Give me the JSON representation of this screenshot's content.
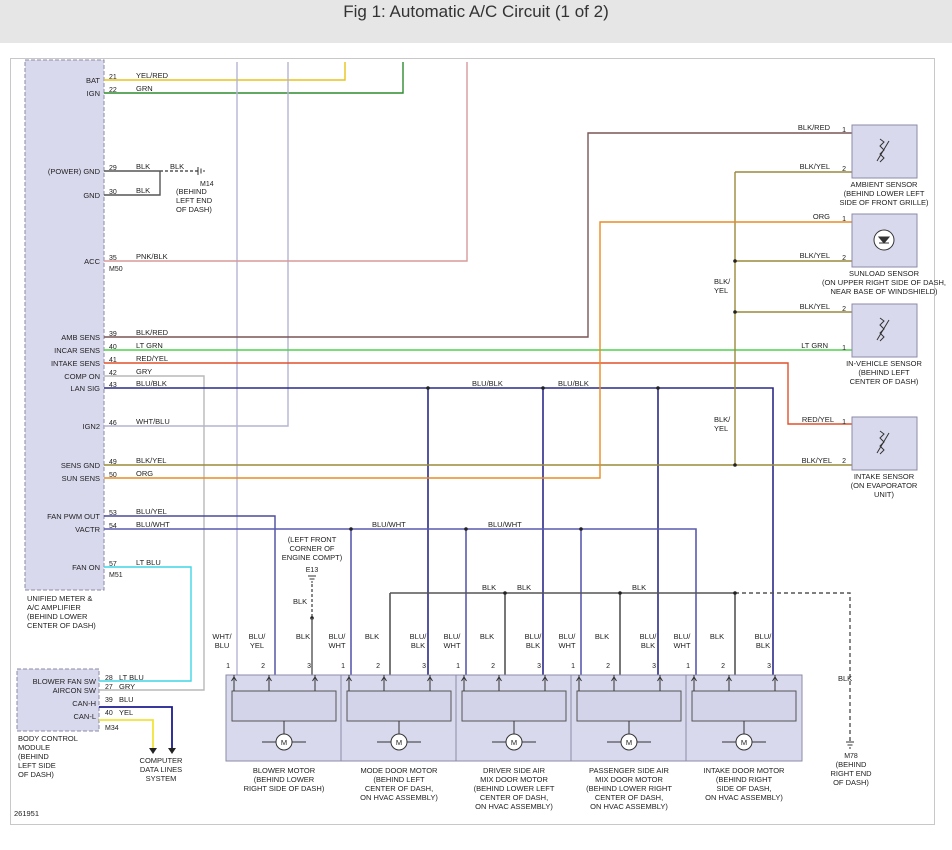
{
  "title": "Fig 1: Automatic A/C Circuit (1 of 2)",
  "figure_number": "261951",
  "ecu": {
    "caption": [
      "UNIFIED METER &",
      "A/C AMPLIFIER",
      "(BEHIND LOWER",
      "CENTER OF DASH)"
    ],
    "terminals": [
      {
        "name": "BAT",
        "pin": "21",
        "wire": "YEL/RED"
      },
      {
        "name": "IGN",
        "pin": "22",
        "wire": "GRN"
      },
      {
        "name": "(POWER) GND",
        "pin": "29",
        "wire": "BLK"
      },
      {
        "name": "GND",
        "pin": "30",
        "wire": "BLK"
      },
      {
        "name": "ACC",
        "pin": "35",
        "wire": "PNK/BLK"
      },
      {
        "name": "AMB SENS",
        "pin": "39",
        "wire": "BLK/RED"
      },
      {
        "name": "INCAR SENS",
        "pin": "40",
        "wire": "LT GRN"
      },
      {
        "name": "INTAKE SENS",
        "pin": "41",
        "wire": "RED/YEL"
      },
      {
        "name": "COMP ON",
        "pin": "42",
        "wire": "GRY"
      },
      {
        "name": "LAN SIG",
        "pin": "43",
        "wire": "BLU/BLK"
      },
      {
        "name": "IGN2",
        "pin": "46",
        "wire": "WHT/BLU"
      },
      {
        "name": "SENS GND",
        "pin": "49",
        "wire": "BLK/YEL"
      },
      {
        "name": "SUN SENS",
        "pin": "50",
        "wire": "ORG"
      },
      {
        "name": "FAN PWM OUT",
        "pin": "53",
        "wire": "BLU/YEL"
      },
      {
        "name": "VACTR",
        "pin": "54",
        "wire": "BLU/WHT"
      },
      {
        "name": "FAN ON",
        "pin": "57",
        "wire": "LT BLU"
      }
    ],
    "connector_m50": "M50",
    "connector_m51": "M51"
  },
  "ground_m14": {
    "wire": "BLK",
    "connector": "M14",
    "caption": [
      "(BEHIND",
      "LEFT END",
      "OF DASH)"
    ]
  },
  "bcm": {
    "caption": [
      "BODY CONTROL",
      "MODULE",
      "(BEHIND",
      "LEFT SIDE",
      "OF DASH)"
    ],
    "terminals": [
      {
        "name": "BLOWER FAN SW",
        "pin": "28",
        "wire": "LT BLU"
      },
      {
        "name": "AIRCON SW",
        "pin": "27",
        "wire": "GRY"
      },
      {
        "name": "CAN-H",
        "pin": "39",
        "wire": "BLU"
      },
      {
        "name": "CAN-L",
        "pin": "40",
        "wire": "YEL"
      }
    ],
    "connector": "M34",
    "data_lines": [
      "COMPUTER",
      "DATA LINES",
      "SYSTEM"
    ]
  },
  "sensors": [
    {
      "pins": [
        {
          "pin": "1",
          "wire": "BLK/RED"
        },
        {
          "pin": "2",
          "wire": "BLK/YEL"
        }
      ],
      "caption": [
        "AMBIENT SENSOR",
        "(BEHIND LOWER LEFT",
        "SIDE OF FRONT GRILLE)"
      ]
    },
    {
      "pins": [
        {
          "pin": "1",
          "wire": "ORG"
        },
        {
          "pin": "2",
          "wire": "BLK/YEL"
        }
      ],
      "caption": [
        "SUNLOAD SENSOR",
        "(ON UPPER RIGHT SIDE OF DASH,",
        "NEAR BASE OF WINDSHIELD)"
      ]
    },
    {
      "pins": [
        {
          "pin": "2",
          "wire": "BLK/YEL"
        },
        {
          "pin": "1",
          "wire": "LT GRN"
        }
      ],
      "caption": [
        "IN-VEHICLE SENSOR",
        "(BEHIND LEFT",
        "CENTER OF DASH)"
      ]
    },
    {
      "pins": [
        {
          "pin": "1",
          "wire": "RED/YEL"
        },
        {
          "pin": "2",
          "wire": "BLK/YEL"
        }
      ],
      "caption": [
        "INTAKE SENSOR",
        "(ON EVAPORATOR",
        "UNIT)"
      ]
    }
  ],
  "sensor_ground_labels": [
    "BLK/",
    "YEL"
  ],
  "bus_labels": {
    "blu_blk": "BLU/BLK",
    "blu_wht": "BLU/WHT",
    "blk": "BLK"
  },
  "e13": {
    "caption": [
      "(LEFT FRONT",
      "CORNER OF",
      "ENGINE COMPT)"
    ],
    "connector": "E13",
    "wire": "BLK"
  },
  "m78": {
    "wire": "BLK",
    "connector": "M78",
    "caption": [
      "(BEHIND",
      "RIGHT END",
      "OF DASH)"
    ]
  },
  "motors": [
    {
      "wires": [
        [
          "WHT/",
          "BLU"
        ],
        [
          "BLU/",
          "YEL"
        ],
        [
          "BLK"
        ]
      ],
      "caption": [
        "BLOWER MOTOR",
        "(BEHIND LOWER",
        "RIGHT SIDE OF DASH)"
      ]
    },
    {
      "wires": [
        [
          "BLU/",
          "WHT"
        ],
        [
          "BLK"
        ],
        [
          "BLU/",
          "BLK"
        ]
      ],
      "caption": [
        "MODE DOOR MOTOR",
        "(BEHIND LEFT",
        "CENTER OF DASH,",
        "ON HVAC ASSEMBLY)"
      ]
    },
    {
      "wires": [
        [
          "BLU/",
          "WHT"
        ],
        [
          "BLK"
        ],
        [
          "BLU/",
          "BLK"
        ]
      ],
      "caption": [
        "DRIVER SIDE AIR",
        "MIX DOOR MOTOR",
        "(BEHIND LOWER LEFT",
        "CENTER OF DASH,",
        "ON HVAC ASSEMBLY)"
      ]
    },
    {
      "wires": [
        [
          "BLU/",
          "WHT"
        ],
        [
          "BLK"
        ],
        [
          "BLU/",
          "BLK"
        ]
      ],
      "caption": [
        "PASSENGER SIDE AIR",
        "MIX DOOR MOTOR",
        "(BEHIND LOWER RIGHT",
        "CENTER OF DASH,",
        "ON HVAC ASSEMBLY)"
      ]
    },
    {
      "wires": [
        [
          "BLU/",
          "WHT"
        ],
        [
          "BLK"
        ],
        [
          "BLU/",
          "BLK"
        ]
      ],
      "caption": [
        "INTAKE DOOR MOTOR",
        "(BEHIND RIGHT",
        "SIDE OF DASH,",
        "ON HVAC ASSEMBLY)"
      ]
    }
  ],
  "motor_pins": [
    "1",
    "2",
    "3"
  ],
  "motor_symbol": "M",
  "colors": {
    "YEL/RED": "#e8c31a",
    "GRN": "#2f8a2f",
    "PNK/BLK": "#d79a9a",
    "BLK/RED": "#7a5555",
    "LT GRN": "#4fd24f",
    "RED/YEL": "#e2502a",
    "GRY": "#b8b8b8",
    "BLU/BLK": "#2a2a8a",
    "WHT/BLU": "#b4b4d2",
    "BLK/YEL": "#9b8a3c",
    "ORG": "#ea8a25",
    "BLU/YEL": "#4a4a9e",
    "BLU/WHT": "#5a5ab0",
    "LT BLU": "#3fd6e6",
    "BLK": "#555555",
    "BLU": "#1c1c90",
    "YEL": "#f2e33a",
    "module_fill": "#d9d9ee",
    "module_stroke": "#8a8aa6"
  }
}
